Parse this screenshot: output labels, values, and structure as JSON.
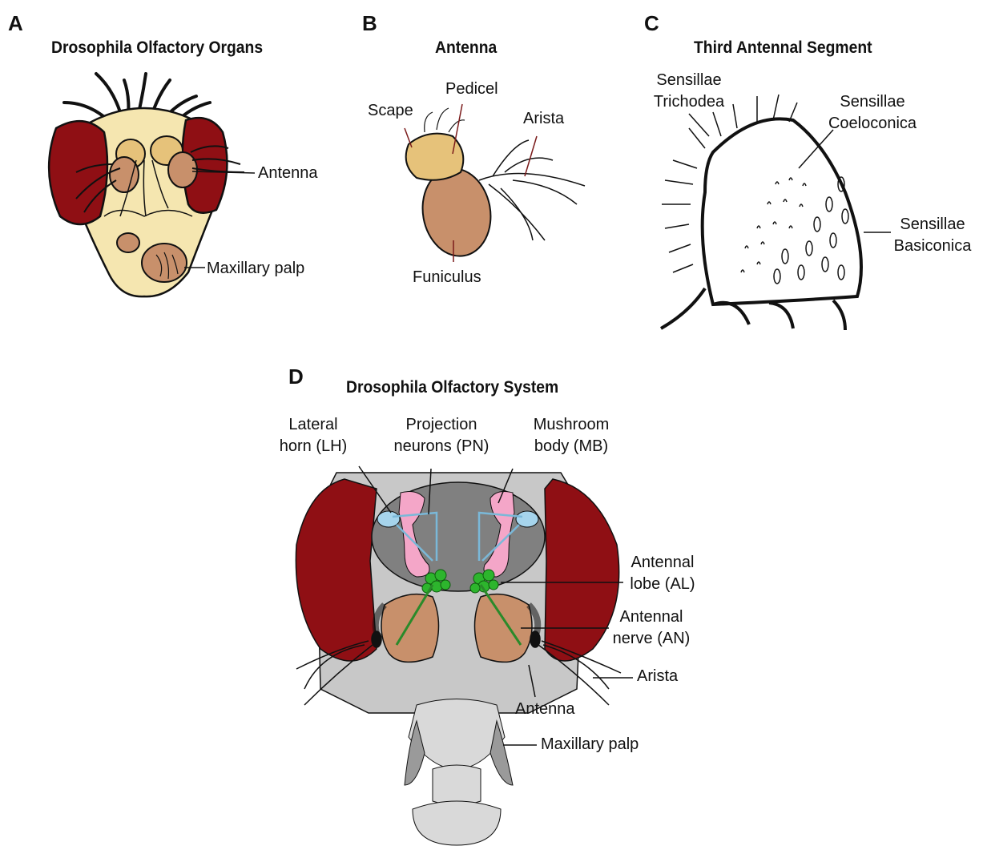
{
  "panels": {
    "A": {
      "letter": "A",
      "title": "Drosophila Olfactory Organs",
      "labels": {
        "antenna": "Antenna",
        "maxillary_palp": "Maxillary palp"
      }
    },
    "B": {
      "letter": "B",
      "title": "Antenna",
      "labels": {
        "scape": "Scape",
        "pedicel": "Pedicel",
        "arista": "Arista",
        "funiculus": "Funiculus"
      }
    },
    "C": {
      "letter": "C",
      "title": "Third Antennal Segment",
      "labels": {
        "trichodea_1": "Sensillae",
        "trichodea_2": "Trichodea",
        "coeloconica_1": "Sensillae",
        "coeloconica_2": "Coeloconica",
        "basiconica_1": "Sensillae",
        "basiconica_2": "Basiconica"
      }
    },
    "D": {
      "letter": "D",
      "title": "Drosophila Olfactory System",
      "labels": {
        "lh_1": "Lateral",
        "lh_2": "horn (LH)",
        "pn_1": "Projection",
        "pn_2": "neurons (PN)",
        "mb_1": "Mushroom",
        "mb_2": "body (MB)",
        "al_1": "Antennal",
        "al_2": "lobe (AL)",
        "an_1": "Antennal",
        "an_2": "nerve (AN)",
        "arista": "Arista",
        "antenna": "Antenna",
        "maxillary_palp": "Maxillary palp"
      }
    }
  },
  "colors": {
    "eye": "#8f0f14",
    "head_cream": "#f5e6b0",
    "antenna_brown": "#c8906b",
    "scape_tan": "#e6c27a",
    "brain_gray": "#808080",
    "head_gray": "#c8c8c8",
    "mushroom_pink": "#f4a6c8",
    "horn_blue": "#a6d4ec",
    "lobe_green": "#2db52d",
    "nerve_green": "#2a8a2a"
  }
}
